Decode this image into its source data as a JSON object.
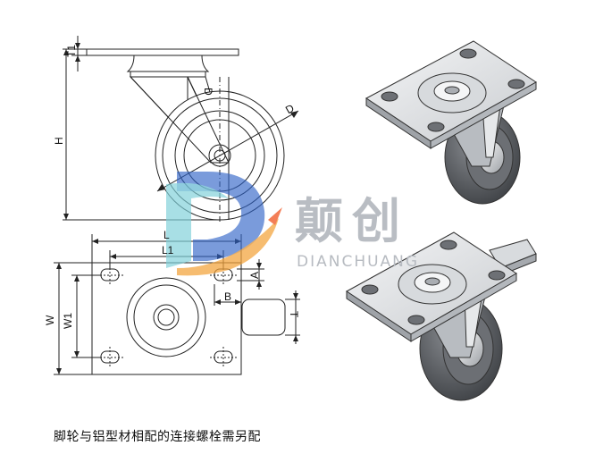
{
  "dimensions": {
    "T1": "T1",
    "H": "H",
    "D_vertical": "D",
    "D_diagonal": "D",
    "L": "L",
    "L1": "L1",
    "A": "A",
    "B": "B",
    "W": "W",
    "W1": "W1",
    "T": "T"
  },
  "watermark": {
    "brand_cn": "颠创",
    "brand_en": "DIANCHUANG",
    "logo_icon": "dianchuang-logo-icon"
  },
  "caption": "脚轮与铝型材相配的连接螺栓需另配",
  "colors": {
    "line": "#222222",
    "logo_blue": "#2f63c7",
    "logo_orange": "#f2a23a",
    "logo_teal": "#7fd0d8",
    "wheel_gray": "#5a5d62"
  }
}
